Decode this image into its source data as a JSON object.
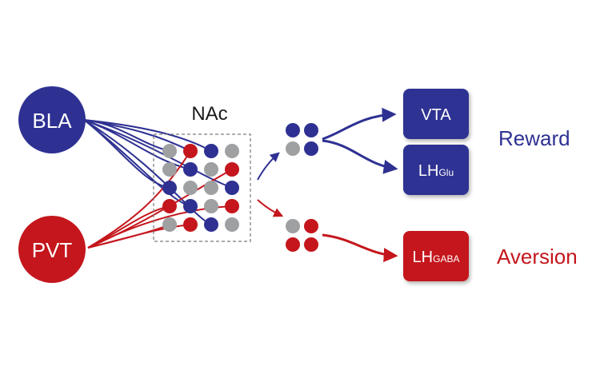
{
  "colors": {
    "blue": "#2e3192",
    "red": "#c4161c",
    "grey": "#9fa0a2"
  },
  "sources": {
    "bla": "BLA",
    "pvt": "PVT"
  },
  "nac": {
    "label": "NAc",
    "grid": [
      [
        "grey",
        "red",
        "blue",
        "grey"
      ],
      [
        "grey",
        "blue",
        "grey",
        "red"
      ],
      [
        "blue",
        "grey",
        "grey",
        "blue"
      ],
      [
        "red",
        "blue",
        "grey",
        "red"
      ],
      [
        "grey",
        "red",
        "blue",
        "grey"
      ]
    ]
  },
  "clusters": {
    "upper": [
      [
        "blue",
        "blue"
      ],
      [
        "grey",
        "blue"
      ]
    ],
    "lower": [
      [
        "grey",
        "red"
      ],
      [
        "red",
        "red"
      ]
    ]
  },
  "targets": {
    "vta": "VTA",
    "lh_glu_main": "LH",
    "lh_glu_sub": "Glu",
    "lh_gaba_main": "LH",
    "lh_gaba_sub": "GABA"
  },
  "outcomes": {
    "reward": "Reward",
    "aversion": "Aversion"
  }
}
